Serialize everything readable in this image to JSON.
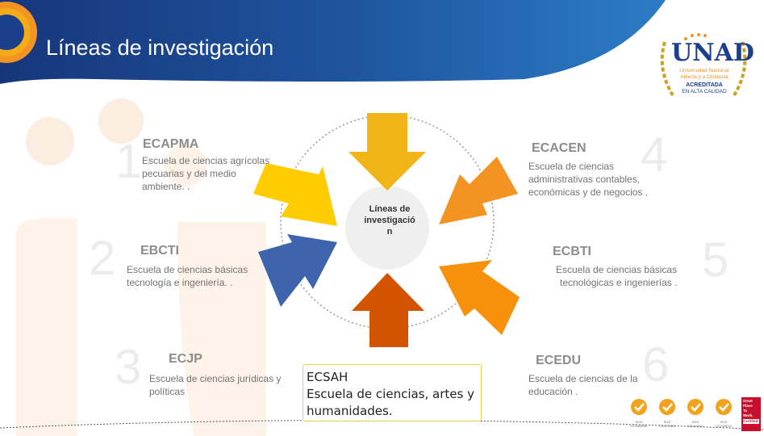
{
  "header": {
    "title": "Líneas de investigación"
  },
  "logo": {
    "name": "UNAD",
    "subtitle_line1": "Universidad Nacional",
    "subtitle_line2": "Abierta y a Distancia",
    "badge_line1": "ACREDITADA",
    "badge_line2": "EN ALTA CALIDAD"
  },
  "center": {
    "label_line1": "Líneas de",
    "label_line2": "investigació",
    "label_line3": "n"
  },
  "schools": [
    {
      "number": "1",
      "abbr": "ECAPMA",
      "line1": "Escuela de ciencias agrícolas",
      "line2": "pecuarias y del medio",
      "line3": "ambiente.  ."
    },
    {
      "number": "2",
      "abbr": "EBCTI",
      "line1": "Escuela de ciencias básicas",
      "line2": "tecnología e ingeniería. ."
    },
    {
      "number": "3",
      "abbr": "ECJP",
      "line1": "Escuela de ciencias jurídicas y",
      "line2": "políticas"
    },
    {
      "number": "4",
      "abbr": "ECACEN",
      "line1": "Escuela de ciencias",
      "line2": "administrativas contables,",
      "line3": "económicas y de negocios ."
    },
    {
      "number": "5",
      "abbr": "ECBTI",
      "line1": "Escuela de ciencias básicas",
      "line2": "tecnológicas e ingenierías ."
    },
    {
      "number": "6",
      "abbr": "ECEDU",
      "line1": "Escuela de ciencias de la",
      "line2": "educación  ."
    }
  ],
  "highlight": {
    "abbr": "ECSAH",
    "line1": "Escuela de ciencias, artes y",
    "line2": "humanidades."
  },
  "certifications": [
    {
      "label": "SGS",
      "code": "CO18/8455"
    },
    {
      "label": "SGS",
      "code": "CO17/7811"
    },
    {
      "label": "SGS",
      "code": "CO14/6011"
    },
    {
      "label": "SGS",
      "code": "CO14/6012"
    }
  ],
  "gptw": {
    "line1": "Great",
    "line2": "Place",
    "line3": "To",
    "line4": "Work.",
    "line5": "Certified"
  },
  "colors": {
    "header_dark": "#1b3f8a",
    "header_mid": "#2a6bb5",
    "yellow": "#f2b517",
    "yellow_light": "#ffcc00",
    "orange": "#f39321",
    "orange_dark": "#d35400",
    "blue_arrow": "#3d64ad"
  }
}
